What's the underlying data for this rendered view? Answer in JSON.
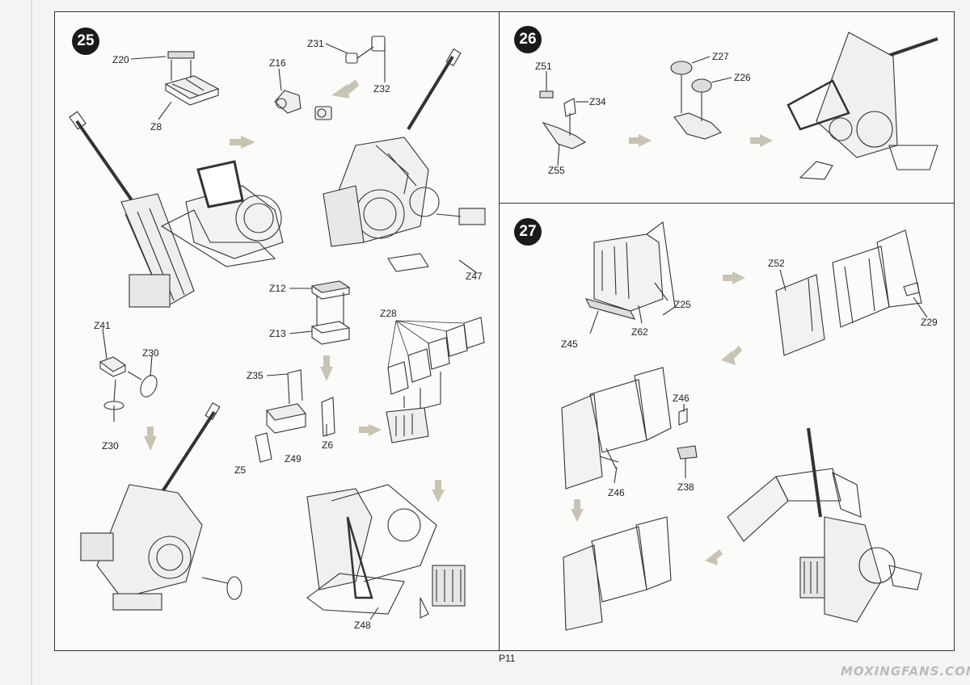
{
  "steps": {
    "s25": "25",
    "s26": "26",
    "s27": "27"
  },
  "step25": {
    "z20": "Z20",
    "z8": "Z8",
    "z31": "Z31",
    "z16": "Z16",
    "z32": "Z32",
    "z47": "Z47",
    "z12": "Z12",
    "z13": "Z13",
    "z28": "Z28",
    "z41": "Z41",
    "z30a": "Z30",
    "z30b": "Z30",
    "z35": "Z35",
    "z6": "Z6",
    "z5": "Z5",
    "z49": "Z49",
    "z48": "Z48"
  },
  "step26": {
    "z51": "Z51",
    "z34": "Z34",
    "z55": "Z55",
    "z27": "Z27",
    "z26": "Z26"
  },
  "step27": {
    "z25": "Z25",
    "z62": "Z62",
    "z45": "Z45",
    "z52": "Z52",
    "z29": "Z29",
    "z46a": "Z46",
    "z46b": "Z46",
    "z38": "Z38"
  },
  "footer": {
    "page_number": "P11",
    "watermark": "MOXINGFANS.COM"
  },
  "colors": {
    "line": "#333333",
    "arrow": "#c9c3b3",
    "badge": "#1a1a1a"
  }
}
